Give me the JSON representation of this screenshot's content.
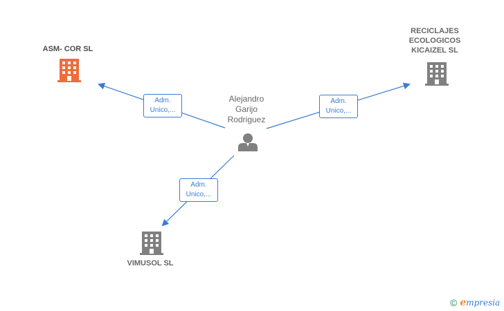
{
  "colors": {
    "edge": "#3a7bd5",
    "building_highlight": "#f26b3a",
    "building": "#808080",
    "person": "#808080"
  },
  "nodes": {
    "asm_cor": {
      "name": "ASM- COR  SL",
      "icon": "building-icon",
      "highlighted": true
    },
    "reciclajes": {
      "name": "RECICLAJES\nECOLOGICOS\nKICAIZEL  SL",
      "icon": "building-icon",
      "highlighted": false
    },
    "vimusol": {
      "name": "VIMUSOL  SL",
      "icon": "building-icon",
      "highlighted": false
    },
    "person": {
      "name": "Alejandro\nGarijo\nRodriguez",
      "icon": "person-icon"
    }
  },
  "edges": [
    {
      "from": "person",
      "to": "asm_cor",
      "label": "Adm.\nUnico,..."
    },
    {
      "from": "person",
      "to": "reciclajes",
      "label": "Adm.\nUnico,..."
    },
    {
      "from": "person",
      "to": "vimusol",
      "label": "Adm.\nUnico,..."
    }
  ],
  "footer": {
    "copyright_symbol": "©",
    "brand_initial": "e",
    "brand_rest": "mpresia"
  }
}
